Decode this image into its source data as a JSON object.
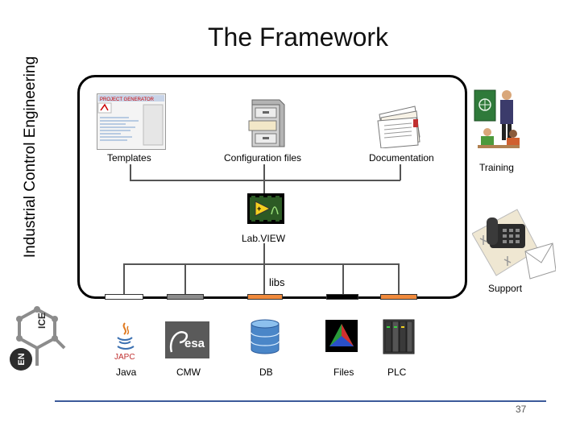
{
  "sidebar": {
    "title": "Industrial Control Engineering"
  },
  "logo": {
    "text": "EN ICE"
  },
  "slide": {
    "title": "The Framework",
    "page_number": "37"
  },
  "top_items": [
    {
      "label": "Templates",
      "icon": "template-screenshot-icon"
    },
    {
      "label": "Configuration files",
      "icon": "filing-cabinet-icon"
    },
    {
      "label": "Documentation",
      "icon": "document-stack-icon"
    }
  ],
  "side_items": [
    {
      "label": "Training",
      "icon": "teacher-classroom-icon"
    },
    {
      "label": "Support",
      "icon": "telephone-mail-icon"
    }
  ],
  "center": {
    "label": "Lab.VIEW",
    "icon": "labview-icon"
  },
  "libs": {
    "label": "libs"
  },
  "bottom_items": [
    {
      "label": "Java",
      "sublabel": "JAPC",
      "icon": "java-icon"
    },
    {
      "label": "CMW",
      "icon": "esa-logo-icon"
    },
    {
      "label": "DB",
      "icon": "database-icon"
    },
    {
      "label": "Files",
      "icon": "files-triangle-icon"
    },
    {
      "label": "PLC",
      "icon": "plc-hardware-icon"
    }
  ],
  "colors": {
    "accent_line": "#3c5a9a",
    "bar_orange": "#f08a3c",
    "bar_gray": "#8c8c8c",
    "bar_black": "#000000"
  }
}
